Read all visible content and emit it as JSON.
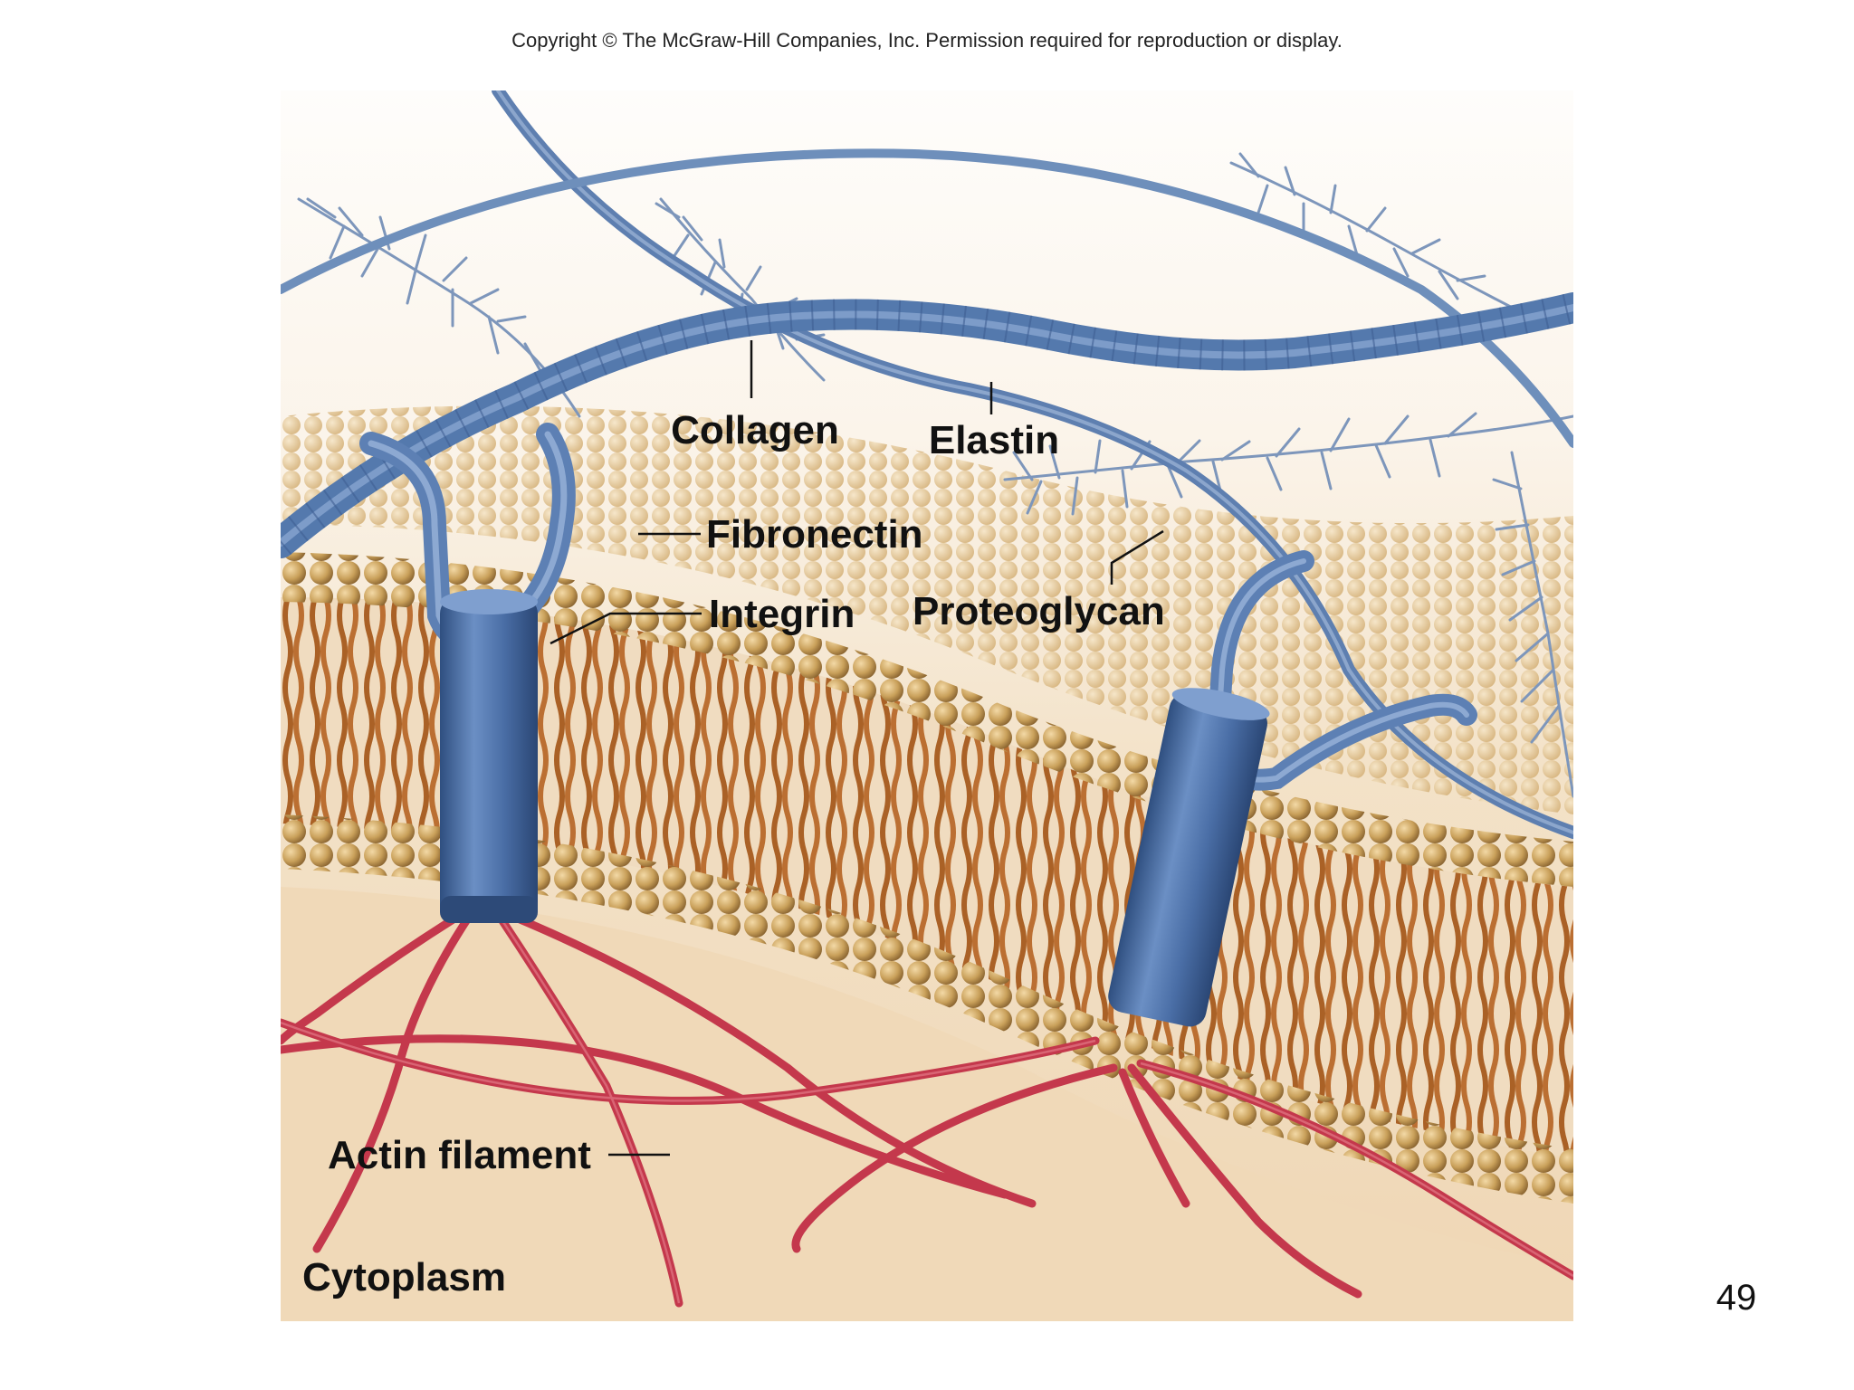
{
  "copyright": "Copyright © The McGraw-Hill Companies, Inc. Permission required for reproduction or display.",
  "page_number": "49",
  "labels": {
    "collagen": "Collagen",
    "elastin": "Elastin",
    "fibronectin": "Fibronectin",
    "integrin": "Integrin",
    "proteoglycan": "Proteoglycan",
    "actin": "Actin filament",
    "cytoplasm": "Cytoplasm"
  },
  "colors": {
    "ecm_blue": "#6e8fbb",
    "integrin_blue": "#3f6296",
    "actin_red": "#c4384c",
    "lipid_head": "#c8a060",
    "lipid_tail": "#a8581e",
    "cytoplasm": "#f1dcc0"
  }
}
